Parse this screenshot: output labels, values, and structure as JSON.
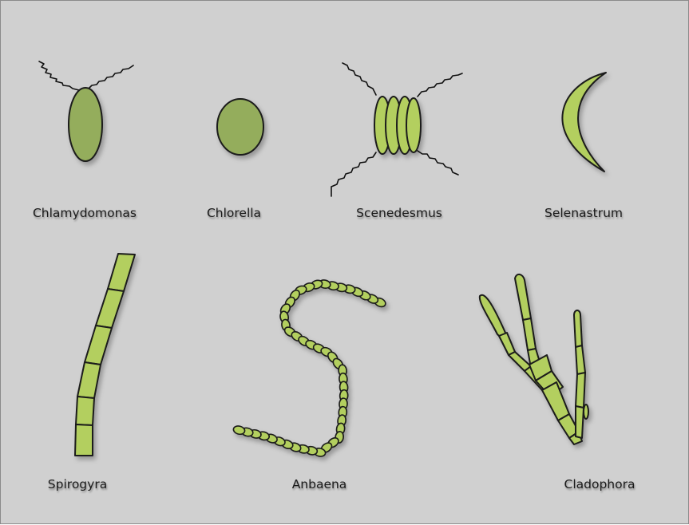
{
  "colors": {
    "background": "#d0d0d0",
    "cell_light": "#b3cf5e",
    "cell_dark": "#94ad5c",
    "outline": "#1a1a1a"
  },
  "organisms": [
    {
      "label": "Chlamydomonas"
    },
    {
      "label": "Chlorella"
    },
    {
      "label": "Scenedesmus"
    },
    {
      "label": "Selenastrum"
    },
    {
      "label": "Spirogyra"
    },
    {
      "label": "Anbaena"
    },
    {
      "label": "Cladophora"
    }
  ]
}
